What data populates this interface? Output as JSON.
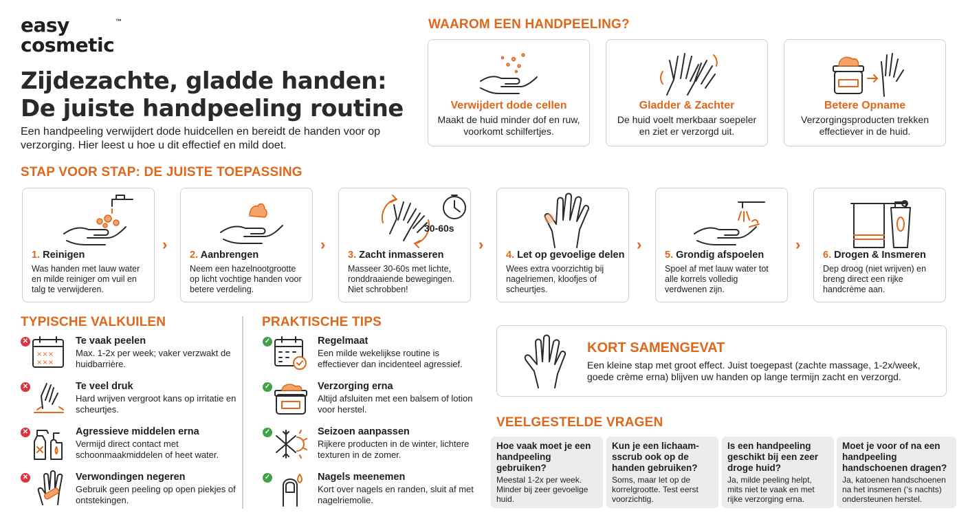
{
  "brand": {
    "line1": "easy",
    "line2": "cosmetic",
    "tm": "™"
  },
  "title": {
    "line1": "Zijdezachte, gladde handen:",
    "line2": "De juiste handpeeling routine"
  },
  "intro": "Een handpeeling verwijdert dode huidcellen en bereidt de handen voor op verzorging. Hier leest u hoe u dit effectief en mild doet.",
  "why": {
    "heading": "WAAROM EEN HANDPEELING?",
    "cards": [
      {
        "title": "Verwijdert dode cellen",
        "text": "Maakt de huid minder dof en ruw, voorkomt schilfertjes.",
        "icon": "hand-particles-icon"
      },
      {
        "title": "Gladder & Zachter",
        "text": "De huid voelt merkbaar soepeler en ziet er verzorgd uit.",
        "icon": "hands-rubbing-icon"
      },
      {
        "title": "Betere Opname",
        "text": "Verzorgingsproducten trekken effectiever in de huid.",
        "icon": "cream-jar-to-hand-icon"
      }
    ]
  },
  "steps": {
    "heading": "STAP VOOR STAP: DE JUISTE TOEPASSING",
    "timer_label": "30-60s",
    "items": [
      {
        "num": "1.",
        "title": "Reinigen",
        "text": "Was handen met lauw water en milde reiniger om vuil en talg te verwijderen."
      },
      {
        "num": "2.",
        "title": "Aanbrengen",
        "text": "Neem een hazelnootgrootte op licht vochtige handen voor betere verdeling."
      },
      {
        "num": "3.",
        "title": "Zacht inmasseren",
        "text": "Masseer 30-60s met lichte, ronddraaiende bewegingen. Niet schrobben!"
      },
      {
        "num": "4.",
        "title": "Let op gevoelige delen",
        "text": "Wees extra voorzichtig bij nagelriemen, kloofjes of scheurtjes."
      },
      {
        "num": "5.",
        "title": "Grondig afspoelen",
        "text": "Spoel af met lauw water tot alle korrels volledig verdwenen zijn."
      },
      {
        "num": "6.",
        "title": "Drogen & Insmeren",
        "text": "Dep droog (niet wrijven) en breng direct een rijke handcrème aan."
      }
    ]
  },
  "pitfalls": {
    "heading": "TYPISCHE VALKUILEN",
    "items": [
      {
        "title": "Te vaak peelen",
        "text": "Max. 1-2x per week; vaker verzwakt de huidbarrière.",
        "icon": "calendar-crossed-icon"
      },
      {
        "title": "Te veel druk",
        "text": "Hard wrijven vergroot kans op irritatie en scheurtjes.",
        "icon": "hand-pressure-icon"
      },
      {
        "title": "Agressieve middelen erna",
        "text": "Vermijd direct contact met schoonmaakmiddelen of heet water.",
        "icon": "spray-bottle-icon"
      },
      {
        "title": "Verwondingen negeren",
        "text": "Gebruik geen peeling op open piekjes of ontstekingen.",
        "icon": "hand-bandage-icon"
      }
    ]
  },
  "tips": {
    "heading": "PRAKTISCHE TIPS",
    "items": [
      {
        "title": "Regelmaat",
        "text": "Een milde wekelijkse routine is effectiever dan incidenteel agressief.",
        "icon": "calendar-check-icon"
      },
      {
        "title": "Verzorging erna",
        "text": "Altijd afsluiten met een balsem of lotion voor herstel.",
        "icon": "cream-jar-icon"
      },
      {
        "title": "Seizoen aanpassen",
        "text": "Rijkere producten in de winter, lichtere texturen in de zomer.",
        "icon": "snow-sun-icon"
      },
      {
        "title": "Nagels meenemen",
        "text": "Kort over nagels en randen, sluit af met nagelriemolie.",
        "icon": "nail-oil-icon"
      }
    ]
  },
  "summary": {
    "title": "KORT SAMENGEVAT",
    "text": "Een kleine stap met groot effect. Juist toegepast (zachte massage, 1-2x/week, goede crème erna) blijven uw handen op lange termijn zacht en verzorgd."
  },
  "faq": {
    "heading": "VEELGESTELDE VRAGEN",
    "items": [
      {
        "q": "Hoe vaak moet je een handpeeling gebruiken?",
        "a": "Meestal 1-2x per week. Minder bij zeer gevoelige huid."
      },
      {
        "q": "Kun je een lichaam-sscrub ook op de handen gebruiken?",
        "a": "Soms, maar let op de korrelgrootte. Test eerst voorzichtig."
      },
      {
        "q": "Is een handpeeling geschikt bij een zeer droge huid?",
        "a": "Ja, milde peeling helpt, mits niet te vaak en met rijke verzorging erna."
      },
      {
        "q": "Moet je voor of na een handpeeling handschoenen dragen?",
        "a": "Ja, katoenen handschoenen na het insmeren (‘s nachts) ondersteunen herstel."
      }
    ]
  }
}
